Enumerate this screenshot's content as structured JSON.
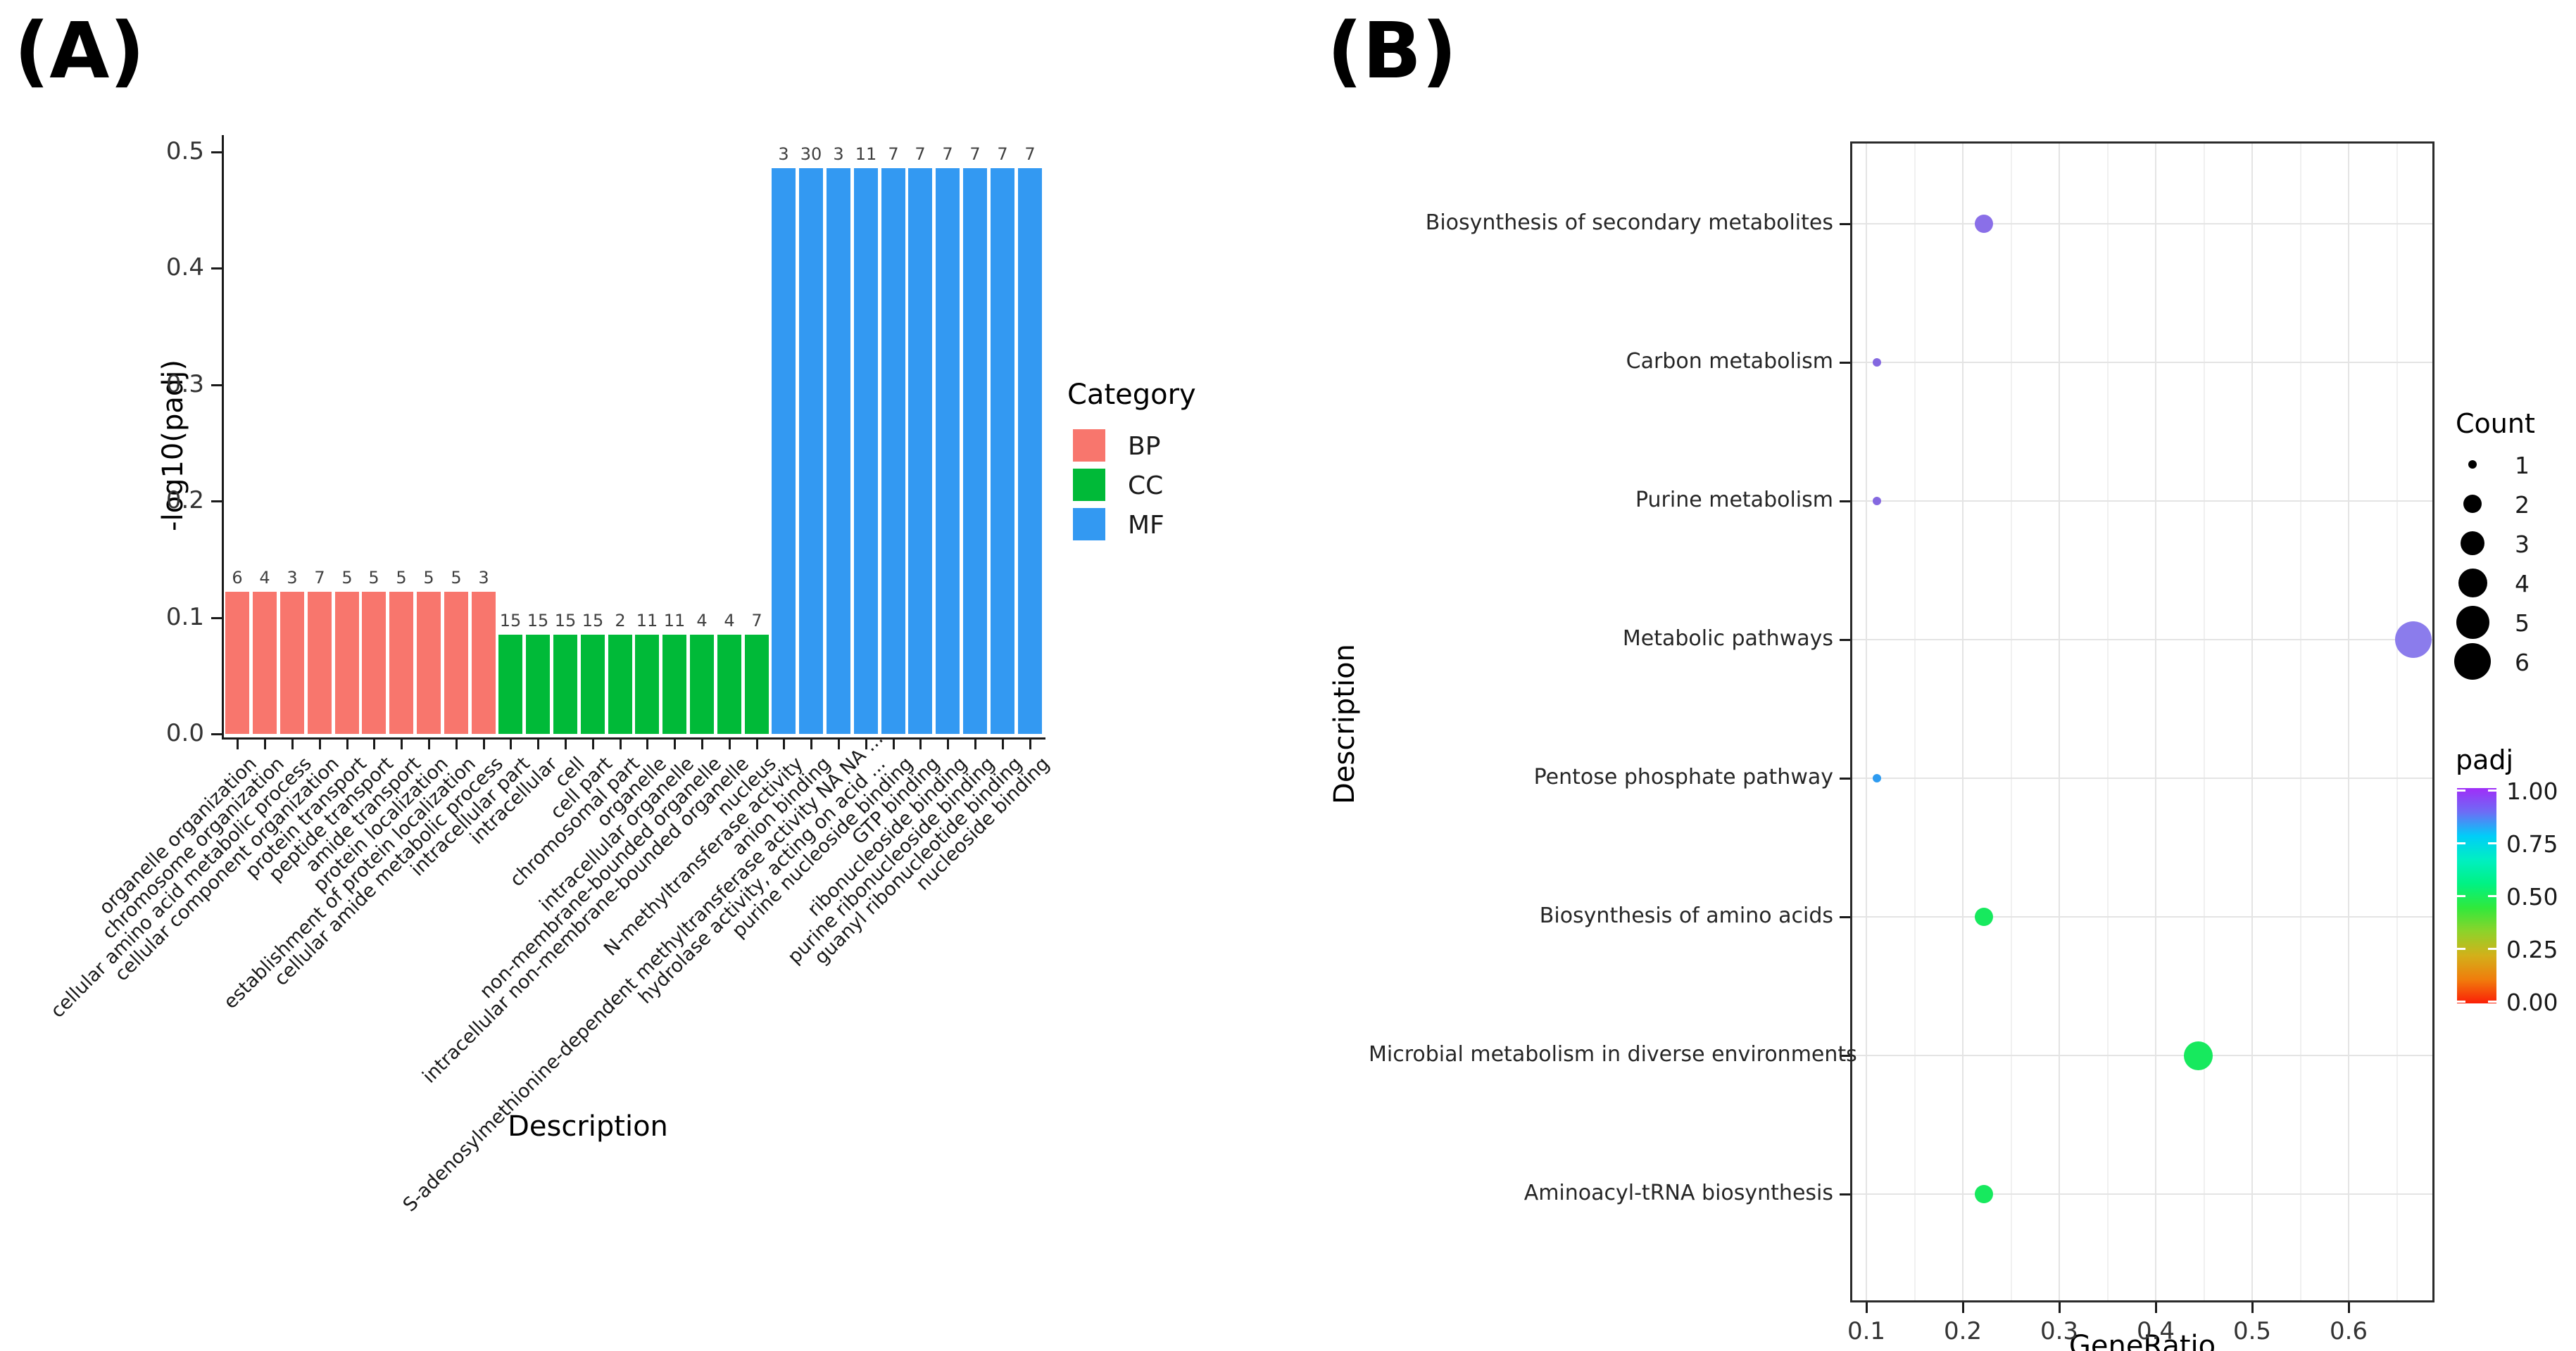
{
  "figure": {
    "panel_a_tag": "(A)",
    "panel_b_tag": "(B)"
  },
  "chart_data": [
    {
      "type": "bar",
      "panel": "A",
      "title": "",
      "xlabel": "Description",
      "ylabel": "-log10(padj)",
      "ylim": [
        0,
        0.5
      ],
      "ytick_labels": [
        "0.0",
        "0.1",
        "0.2",
        "0.3",
        "0.4",
        "0.5"
      ],
      "grid": false,
      "legend_title": "Category",
      "legend_position": "right",
      "categories_legend": [
        {
          "label": "BP",
          "color": "#F8766D"
        },
        {
          "label": "CC",
          "color": "#00BA38"
        },
        {
          "label": "MF",
          "color": "#3399F2"
        }
      ],
      "bars": [
        {
          "label": "organelle organization",
          "category": "BP",
          "count": 6,
          "value": 0.122
        },
        {
          "label": "chromosome organization",
          "category": "BP",
          "count": 4,
          "value": 0.122
        },
        {
          "label": "cellular amino acid metabolic process",
          "category": "BP",
          "count": 3,
          "value": 0.122
        },
        {
          "label": "cellular component organization",
          "category": "BP",
          "count": 7,
          "value": 0.122
        },
        {
          "label": "protein transport",
          "category": "BP",
          "count": 5,
          "value": 0.122
        },
        {
          "label": "peptide transport",
          "category": "BP",
          "count": 5,
          "value": 0.122
        },
        {
          "label": "amide transport",
          "category": "BP",
          "count": 5,
          "value": 0.122
        },
        {
          "label": "protein localization",
          "category": "BP",
          "count": 5,
          "value": 0.122
        },
        {
          "label": "establishment of protein localization",
          "category": "BP",
          "count": 5,
          "value": 0.122
        },
        {
          "label": "cellular amide metabolic process",
          "category": "BP",
          "count": 3,
          "value": 0.122
        },
        {
          "label": "intracellular part",
          "category": "CC",
          "count": 15,
          "value": 0.085
        },
        {
          "label": "intracellular",
          "category": "CC",
          "count": 15,
          "value": 0.085
        },
        {
          "label": "cell",
          "category": "CC",
          "count": 15,
          "value": 0.085
        },
        {
          "label": "cell part",
          "category": "CC",
          "count": 15,
          "value": 0.085
        },
        {
          "label": "chromosomal part",
          "category": "CC",
          "count": 2,
          "value": 0.085
        },
        {
          "label": "organelle",
          "category": "CC",
          "count": 11,
          "value": 0.085
        },
        {
          "label": "intracellular organelle",
          "category": "CC",
          "count": 11,
          "value": 0.085
        },
        {
          "label": "non-membrane-bounded organelle",
          "category": "CC",
          "count": 4,
          "value": 0.085
        },
        {
          "label": "intracellular non-membrane-bounded organelle",
          "category": "CC",
          "count": 4,
          "value": 0.085
        },
        {
          "label": "nucleus",
          "category": "CC",
          "count": 7,
          "value": 0.085
        },
        {
          "label": "N-methyltransferase activity",
          "category": "MF",
          "count": 3,
          "value": 0.486
        },
        {
          "label": "anion binding",
          "category": "MF",
          "count": 30,
          "value": 0.486
        },
        {
          "label": "S-adenosylmethionine-dependent methyltransferase activity NA NA ...",
          "category": "MF",
          "count": 3,
          "value": 0.486
        },
        {
          "label": "hydrolase activity, acting on acid ...",
          "category": "MF",
          "count": 11,
          "value": 0.486
        },
        {
          "label": "purine nucleoside binding",
          "category": "MF",
          "count": 7,
          "value": 0.486
        },
        {
          "label": "GTP binding",
          "category": "MF",
          "count": 7,
          "value": 0.486
        },
        {
          "label": "ribonucleoside binding",
          "category": "MF",
          "count": 7,
          "value": 0.486
        },
        {
          "label": "purine ribonucleoside binding",
          "category": "MF",
          "count": 7,
          "value": 0.486
        },
        {
          "label": "guanyl ribonucleotide binding",
          "category": "MF",
          "count": 7,
          "value": 0.486
        },
        {
          "label": "nucleoside binding",
          "category": "MF",
          "count": 7,
          "value": 0.486
        }
      ]
    },
    {
      "type": "scatter",
      "panel": "B",
      "title": "",
      "xlabel": "GeneRatio",
      "ylabel": "Description",
      "xlim": [
        0.084,
        0.687
      ],
      "xticks": [
        0.1,
        0.2,
        0.3,
        0.4,
        0.5,
        0.6
      ],
      "xtick_labels": [
        "0.1",
        "0.2",
        "0.3",
        "0.4",
        "0.5",
        "0.6"
      ],
      "grid": true,
      "points": [
        {
          "label": "Biosynthesis of secondary metabolites",
          "gene_ratio": 0.222,
          "count": 2,
          "padj": 0.95,
          "color": "#8A6FE8"
        },
        {
          "label": "Carbon metabolism",
          "gene_ratio": 0.111,
          "count": 1,
          "padj": 0.95,
          "color": "#8468E0"
        },
        {
          "label": "Purine metabolism",
          "gene_ratio": 0.111,
          "count": 1,
          "padj": 0.95,
          "color": "#8468E0"
        },
        {
          "label": "Metabolic pathways",
          "gene_ratio": 0.667,
          "count": 6,
          "padj": 0.95,
          "color": "#8B7CEC"
        },
        {
          "label": "Pentose phosphate pathway",
          "gene_ratio": 0.111,
          "count": 1,
          "padj": 0.78,
          "color": "#2E9BF0"
        },
        {
          "label": "Biosynthesis of amino acids",
          "gene_ratio": 0.222,
          "count": 2,
          "padj": 0.45,
          "color": "#17E95E"
        },
        {
          "label": "Microbial metabolism in diverse environments",
          "gene_ratio": 0.444,
          "count": 4,
          "padj": 0.45,
          "color": "#17E95E"
        },
        {
          "label": "Aminoacyl-tRNA biosynthesis",
          "gene_ratio": 0.222,
          "count": 2,
          "padj": 0.45,
          "color": "#17E95E"
        }
      ],
      "size_legend": {
        "title": "Count",
        "entries": [
          "1",
          "2",
          "3",
          "4",
          "5",
          "6"
        ]
      },
      "color_legend": {
        "title": "padj",
        "tick_labels": [
          "1.00",
          "0.75",
          "0.50",
          "0.25",
          "0.00"
        ],
        "gradient": [
          "#A02DF8",
          "#6E6CF5",
          "#00CDF8",
          "#00EFC2",
          "#00F283",
          "#30E93C",
          "#8ED32A",
          "#D3B01A",
          "#F07D0C",
          "#FB1F07"
        ]
      }
    }
  ]
}
